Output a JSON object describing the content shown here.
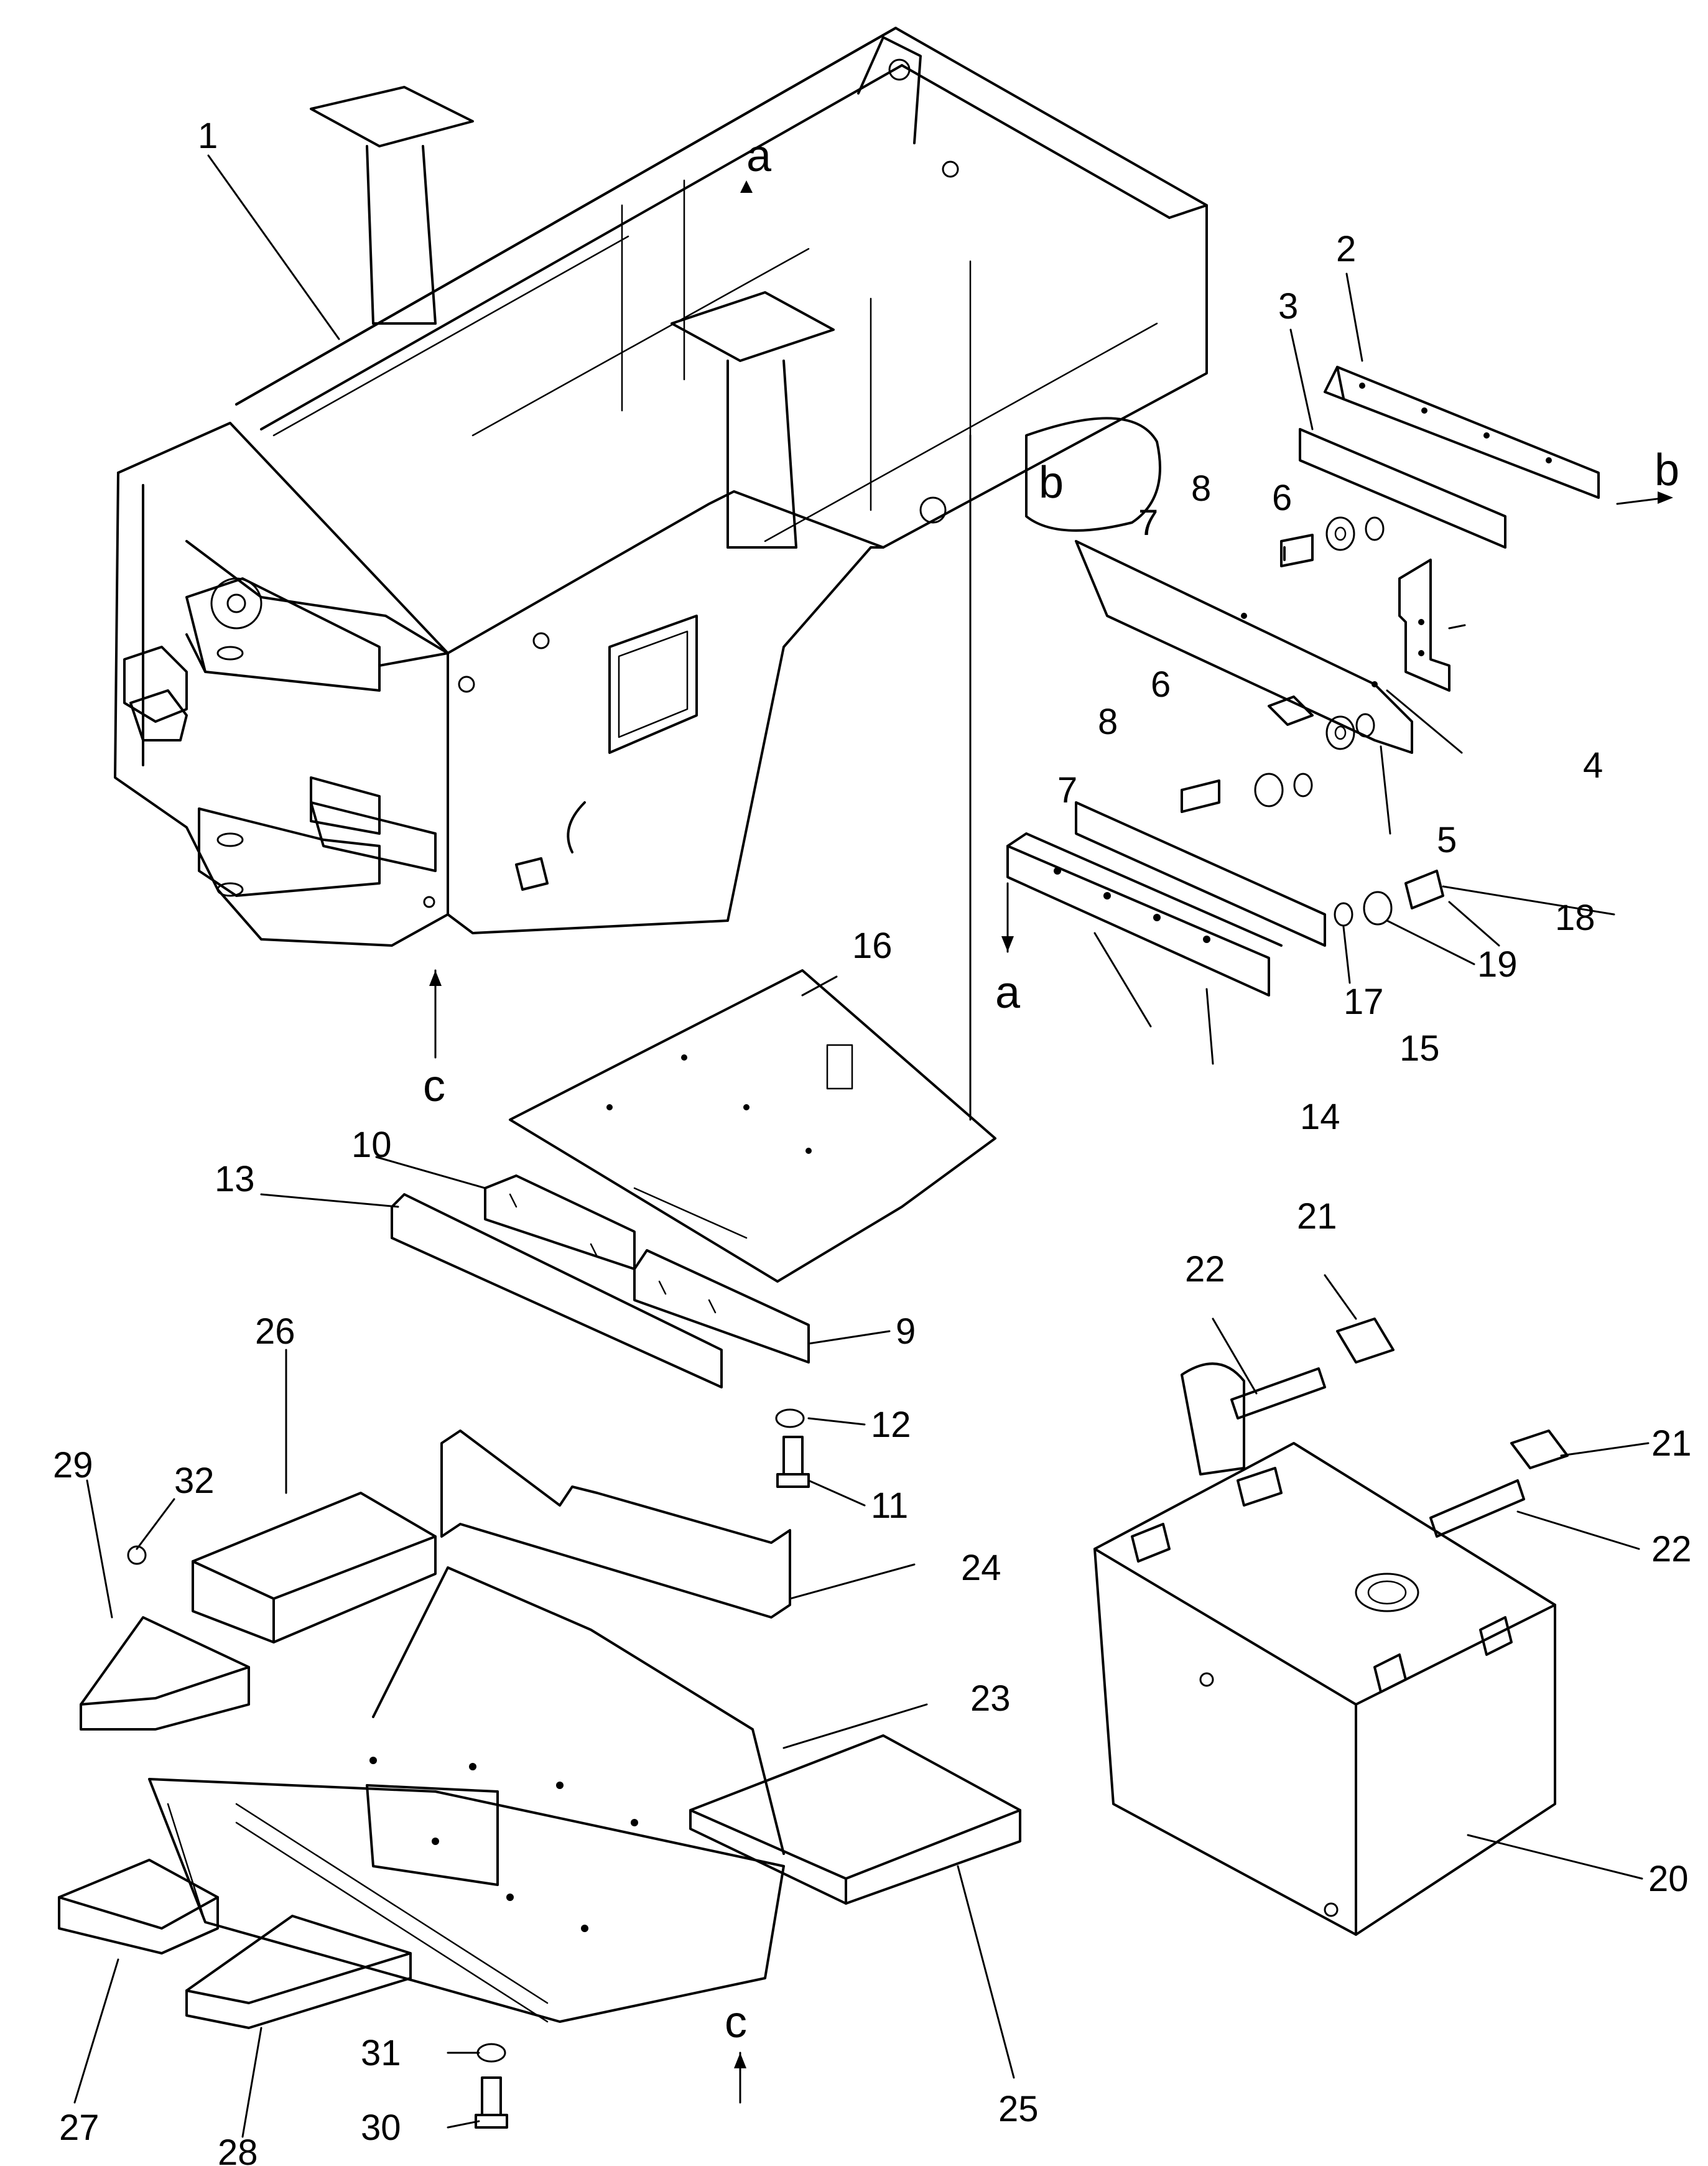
{
  "diagram": {
    "callouts": [
      "1",
      "2",
      "3",
      "4",
      "5",
      "6",
      "6",
      "7",
      "7",
      "8",
      "8",
      "9",
      "10",
      "11",
      "12",
      "13",
      "14",
      "15",
      "16",
      "17",
      "18",
      "19",
      "20",
      "21",
      "21",
      "22",
      "22",
      "23",
      "24",
      "25",
      "26",
      "27",
      "28",
      "29",
      "30",
      "31",
      "32"
    ],
    "view_letters": [
      "a",
      "a",
      "b",
      "b",
      "c",
      "c"
    ]
  }
}
